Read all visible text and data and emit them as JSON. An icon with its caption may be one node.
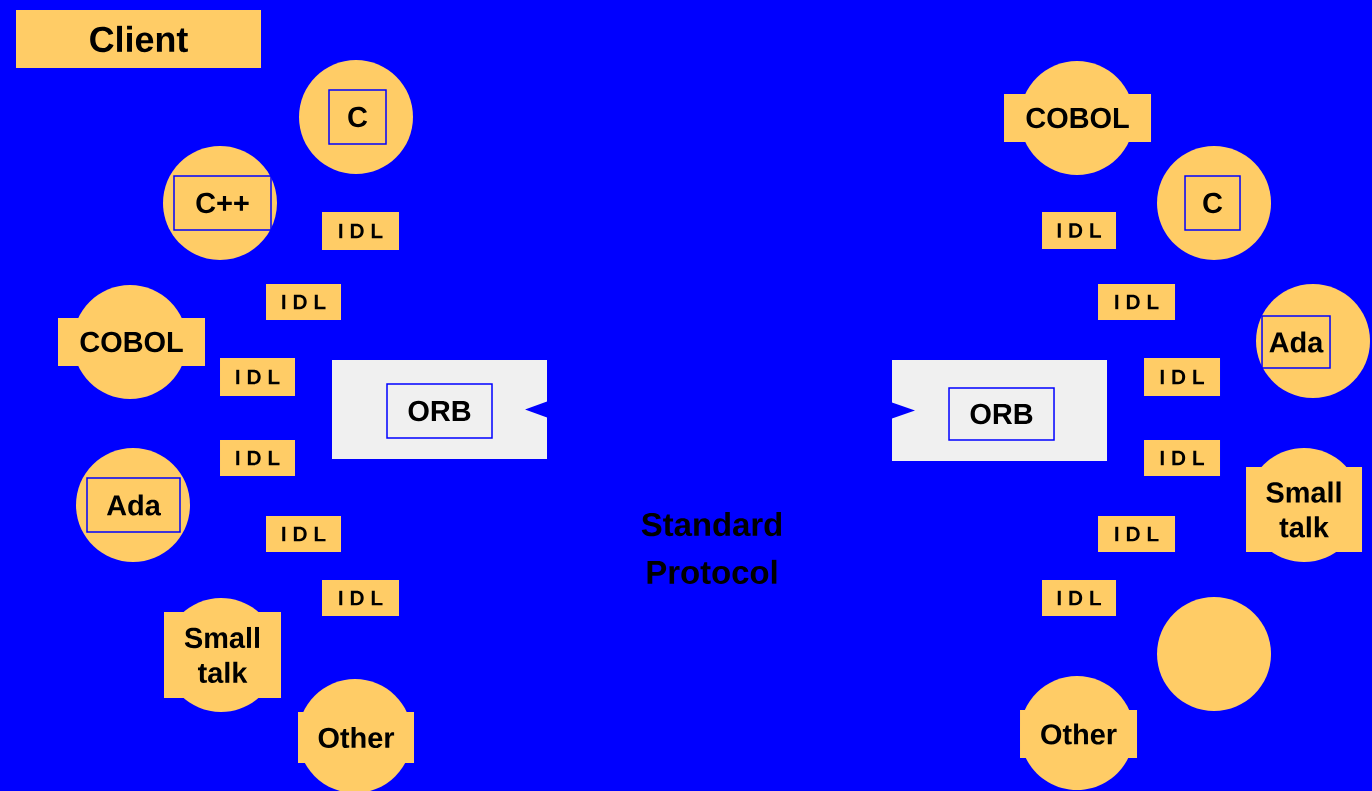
{
  "diagram": {
    "nodes": [
      {
        "text": [
          "Client"
        ]
      },
      {
        "text": [
          "C"
        ]
      },
      {
        "text": [
          "C++"
        ]
      },
      {
        "text": [
          "COBOL"
        ]
      },
      {
        "text": [
          "Ada"
        ]
      },
      {
        "text": [
          "Small talk"
        ]
      },
      {
        "text": [
          "Other"
        ]
      },
      {
        "text": [
          "I D L"
        ]
      },
      {
        "text": [
          "I D L"
        ]
      },
      {
        "text": [
          "I D L"
        ]
      },
      {
        "text": [
          "I D L"
        ]
      },
      {
        "text": [
          "I D L"
        ]
      },
      {
        "text": [
          "I D L"
        ]
      },
      {
        "text": [
          "ORB"
        ]
      },
      {
        "text": [
          "ORB"
        ]
      },
      {
        "text": [
          "COBOL"
        ]
      },
      {
        "text": [
          "C"
        ]
      },
      {
        "text": [
          "Ada"
        ]
      },
      {
        "text": [
          "Small talk"
        ]
      },
      {
        "text": [],
        "shape": "circle"
      },
      {
        "text": [
          "Other"
        ]
      },
      {
        "text": [
          "I D L"
        ]
      },
      {
        "text": [
          "I D L"
        ]
      },
      {
        "text": [
          "I D L"
        ]
      },
      {
        "text": [
          "I D L"
        ]
      },
      {
        "text": [
          "I D L"
        ]
      },
      {
        "text": [
          "I D L"
        ]
      }
    ],
    "edges": [],
    "labels": [
      "Standard Protocol"
    ]
  }
}
